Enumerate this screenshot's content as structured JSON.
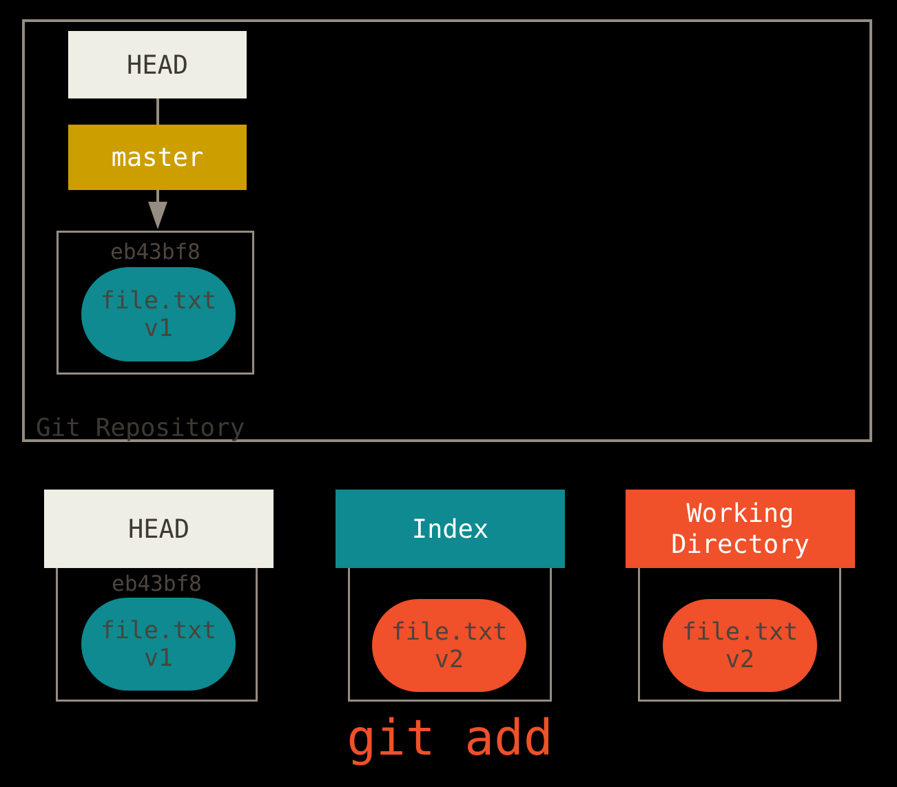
{
  "colors": {
    "background": "#000000",
    "cream": "#efeee5",
    "gold": "#cc9e00",
    "teal": "#0e8a90",
    "orange": "#f0502a",
    "border_gray": "#958c82",
    "dark_text": "#3e3933",
    "hash_text": "#4e463e",
    "pill_text": "#4a433b",
    "white_text": "#ffffff"
  },
  "repository": {
    "label": "Git Repository",
    "head_label": "HEAD",
    "branch_label": "master",
    "commit": {
      "hash": "eb43bf8",
      "file": {
        "name": "file.txt",
        "version": "v1"
      }
    }
  },
  "areas": [
    {
      "id": "head",
      "title": "HEAD",
      "hash": "eb43bf8",
      "file": {
        "name": "file.txt",
        "version": "v1"
      }
    },
    {
      "id": "index",
      "title": "Index",
      "file": {
        "name": "file.txt",
        "version": "v2"
      }
    },
    {
      "id": "working-directory",
      "title": "Working Directory",
      "file": {
        "name": "file.txt",
        "version": "v2"
      }
    }
  ],
  "command_label": "git add"
}
